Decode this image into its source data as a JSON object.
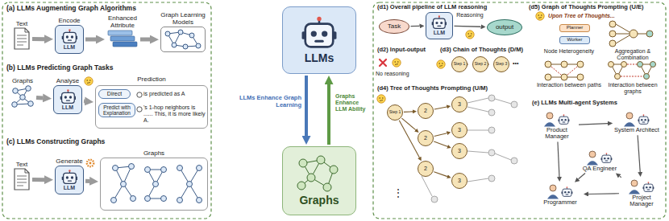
{
  "diagram": {
    "nodes": [
      {
        "text": [
          "Text"
        ]
      },
      {
        "text": [
          "Encode",
          "LLM"
        ]
      },
      {
        "text": [
          "Enhanced Attribute"
        ]
      },
      {
        "text": [
          "Graph Learning Models"
        ]
      },
      {
        "text": [
          "Graphs"
        ]
      },
      {
        "text": [
          "Analyse",
          "LLM"
        ]
      },
      {
        "text": [
          "Prediction",
          "is predicted as A",
          "'s 1-hop neighbors is ...... This, it is more likely A."
        ]
      },
      {
        "text": [
          "Direct"
        ],
        "in": 6
      },
      {
        "text": [
          "Predict with Explanation"
        ],
        "in": 6
      },
      {
        "text": [
          "Text"
        ]
      },
      {
        "text": [
          "Generate",
          "LLM"
        ]
      },
      {
        "text": [
          "Graphs"
        ]
      },
      {
        "text": [
          "LLMs"
        ]
      },
      {
        "text": [
          "Graphs"
        ]
      },
      {
        "text": [
          "Task"
        ]
      },
      {
        "text": [
          "LLM"
        ]
      },
      {
        "text": [
          "output"
        ]
      },
      {
        "text": [
          "Step 1"
        ]
      },
      {
        "text": [
          "Step 2"
        ]
      },
      {
        "text": [
          "Step 3"
        ]
      },
      {
        "text": [
          "Step 1"
        ]
      },
      {
        "text": [
          "2"
        ]
      },
      {
        "text": [
          "2"
        ]
      },
      {
        "text": [
          "2"
        ]
      },
      {
        "text": [
          "3"
        ]
      },
      {
        "text": [
          "3"
        ]
      },
      {
        "text": [
          "3"
        ]
      },
      {
        "text": [
          "3"
        ]
      },
      {
        "text": [
          "Planner"
        ]
      },
      {
        "text": [
          "Worker"
        ]
      },
      {
        "text": [
          "Product Manager"
        ]
      },
      {
        "text": [
          "System Architect"
        ]
      },
      {
        "text": [
          "QA Engineer"
        ]
      },
      {
        "text": [
          "Programmer"
        ]
      },
      {
        "text": [
          "Project Manager"
        ]
      }
    ],
    "edges": [
      {
        "from": 0,
        "to": 1,
        "arrow": "to"
      },
      {
        "from": 1,
        "to": 2,
        "arrow": "to"
      },
      {
        "from": 2,
        "to": 3,
        "arrow": "to"
      },
      {
        "from": 4,
        "to": 5,
        "arrow": "to"
      },
      {
        "from": 5,
        "to": 6,
        "arrow": "to"
      },
      {
        "from": 9,
        "to": 10,
        "arrow": "to"
      },
      {
        "from": 10,
        "to": 11,
        "arrow": "to"
      },
      {
        "from": 12,
        "to": 13,
        "arrow": "to"
      },
      {
        "from": 13,
        "to": 12,
        "arrow": "to"
      },
      {
        "from": 14,
        "to": 15,
        "arrow": "to"
      },
      {
        "from": 15,
        "to": 16,
        "label": "Reasoning",
        "arrow": "to"
      },
      {
        "from": 17,
        "to": 18,
        "arrow": "to"
      },
      {
        "from": 18,
        "to": 19,
        "arrow": "to"
      },
      {
        "from": 20,
        "to": 21,
        "arrow": "to"
      },
      {
        "from": 20,
        "to": 22,
        "arrow": "to"
      },
      {
        "from": 20,
        "to": 23,
        "arrow": "to"
      },
      {
        "from": 21,
        "to": 24,
        "arrow": "to"
      },
      {
        "from": 22,
        "to": 25,
        "arrow": "to"
      },
      {
        "from": 22,
        "to": 26,
        "arrow": "to"
      },
      {
        "from": 23,
        "to": 27,
        "arrow": "to"
      },
      {
        "from": 30,
        "to": 31,
        "arrow": "to"
      },
      {
        "from": 30,
        "to": 33,
        "arrow": "to"
      },
      {
        "from": 31,
        "to": 34,
        "arrow": "to"
      },
      {
        "from": 34,
        "to": 32,
        "arrow": "to"
      },
      {
        "from": 34,
        "to": 33,
        "arrow": "to"
      },
      {
        "from": 32,
        "to": 33,
        "arrow": "to"
      }
    ],
    "labels": [
      "(a) LLMs Augmenting Graph Algorithms",
      "(b) LLMs Predicting Graph Tasks",
      "(c) LLMs Constructing Graphs",
      "LLMs Enhance Graph Learning",
      "Graphs Enhance LLM Ability",
      "(d1) Overall pipeline of LLM reasoning",
      "(d2) Input-output",
      "No reasoning",
      "(d3) Chain of Thoughts (D/M)",
      "•••",
      "(d4) Tree of Thoughts Prompting (U/M)",
      "⋮",
      "(d5) Graph of Thoughts Prompting (U/E)",
      "Upon Tree of Thoughts...",
      "Node Heterogeneity",
      "Aggregation & Combination",
      "Interaction between paths",
      "Interaction between graphs",
      "(e) LLMs Multi-agent Systems"
    ]
  }
}
